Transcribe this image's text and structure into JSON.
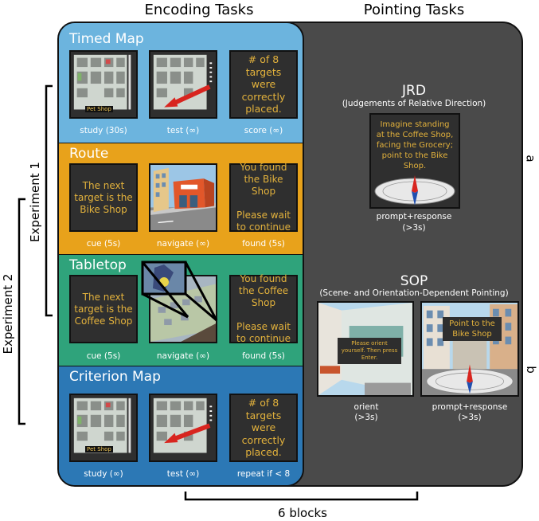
{
  "headers": {
    "encoding": "Encoding Tasks",
    "pointing": "Pointing Tasks"
  },
  "experiments": {
    "exp1": "Experiment 1",
    "exp2": "Experiment 2"
  },
  "blocks_label": "6 blocks",
  "side_labels": {
    "a": "a",
    "b": "b"
  },
  "colors": {
    "timed_map": "#6cb4de",
    "route": "#e8a21b",
    "tabletop": "#2fa37b",
    "criterion_map": "#2c78b5",
    "pointing_bg": "#4a4a4a",
    "tile_text": "#e3b23c"
  },
  "encoding": {
    "timed_map": {
      "title": "Timed Map",
      "tiles": [
        {
          "caption": "study (30s)",
          "map_label": "Pet Shop"
        },
        {
          "caption": "test (∞)"
        },
        {
          "caption": "score (∞)",
          "text": "# of 8 targets were correctly placed."
        }
      ]
    },
    "route": {
      "title": "Route",
      "tiles": [
        {
          "caption": "cue (5s)",
          "text": "The next target is the Bike Shop"
        },
        {
          "caption": "navigate (∞)"
        },
        {
          "caption": "found (5s)",
          "text": "You found the Bike Shop\n\nPlease wait to continue"
        }
      ]
    },
    "tabletop": {
      "title": "Tabletop",
      "tiles": [
        {
          "caption": "cue (5s)",
          "text": "The next target is the Coffee Shop"
        },
        {
          "caption": "navigate (∞)"
        },
        {
          "caption": "found (5s)",
          "text": "You found the Coffee Shop\n\nPlease wait to continue"
        }
      ]
    },
    "criterion_map": {
      "title": "Criterion Map",
      "tiles": [
        {
          "caption": "study (∞)",
          "map_label": "Pet Shop"
        },
        {
          "caption": "test (∞)"
        },
        {
          "caption": "repeat if < 8",
          "text": "# of 8 targets were correctly placed."
        }
      ]
    }
  },
  "pointing": {
    "jrd": {
      "title": "JRD",
      "subtitle": "(Judgements of Relative Direction)",
      "prompt": "Imagine standing at the Coffee Shop, facing the Grocery; point to the Bike Shop.",
      "caption_line1": "prompt+response",
      "caption_line2": "(>3s)"
    },
    "sop": {
      "title": "SOP",
      "subtitle": "(Scene- and Orientation-Dependent Pointing)",
      "orient_text": "Please orient yourself. Then press Enter.",
      "orient_caption_line1": "orient",
      "orient_caption_line2": "(>3s)",
      "point_text": "Point to the Bike Shop",
      "point_caption_line1": "prompt+response",
      "point_caption_line2": "(>3s)"
    }
  }
}
